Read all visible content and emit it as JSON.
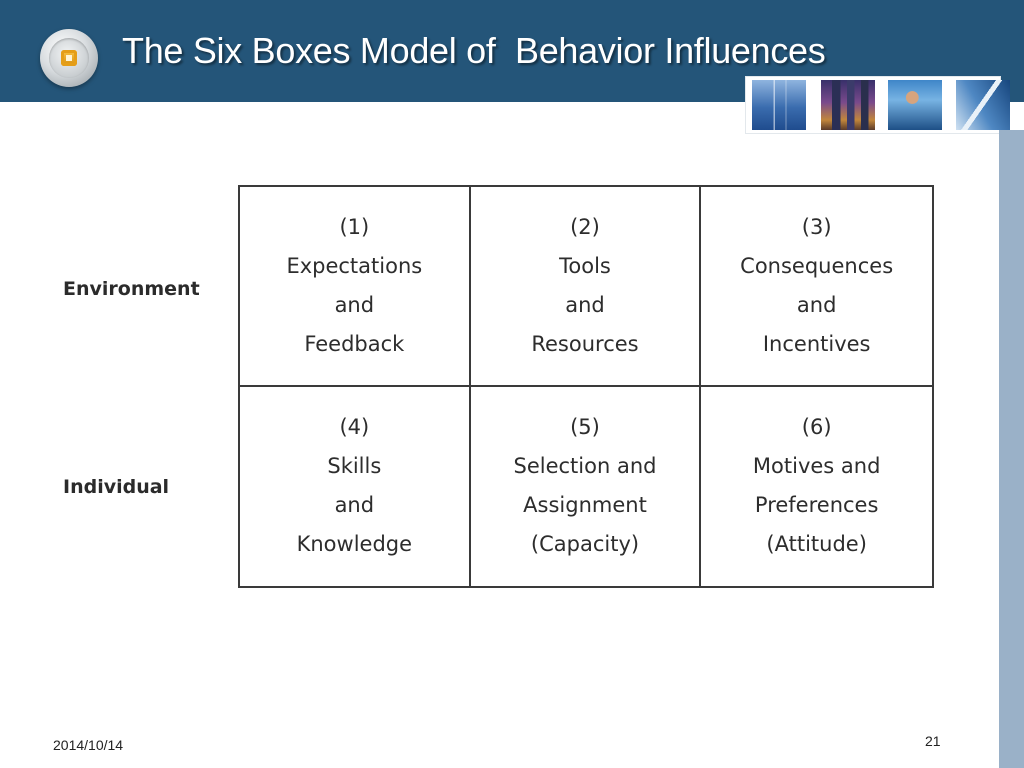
{
  "slide": {
    "title": "The Six Boxes Model of  Behavior Influences",
    "row_labels": [
      "Environment",
      "Individual"
    ],
    "boxes": [
      {
        "lines": [
          "(1)",
          "Expectations",
          "and",
          "Feedback"
        ]
      },
      {
        "lines": [
          "(2)",
          "Tools",
          "and",
          "Resources"
        ]
      },
      {
        "lines": [
          "(3)",
          "Consequences",
          "and",
          "Incentives"
        ]
      },
      {
        "lines": [
          "(4)",
          "Skills",
          "and",
          "Knowledge"
        ]
      },
      {
        "lines": [
          "(5)",
          "Selection and",
          "Assignment",
          "(Capacity)"
        ]
      },
      {
        "lines": [
          "(6)",
          "Motives and",
          "Preferences",
          "(Attitude)"
        ]
      }
    ],
    "date": "2014/10/14",
    "page_number": "21"
  },
  "theme": {
    "header_color": "#245579",
    "side_bar_color": "#9ab1c8",
    "logo_accent": "#e59e17",
    "icons": [
      "logo-icon",
      "office-building-photo",
      "city-night-photo",
      "phone-call-photo",
      "skyscraper-photo"
    ]
  }
}
